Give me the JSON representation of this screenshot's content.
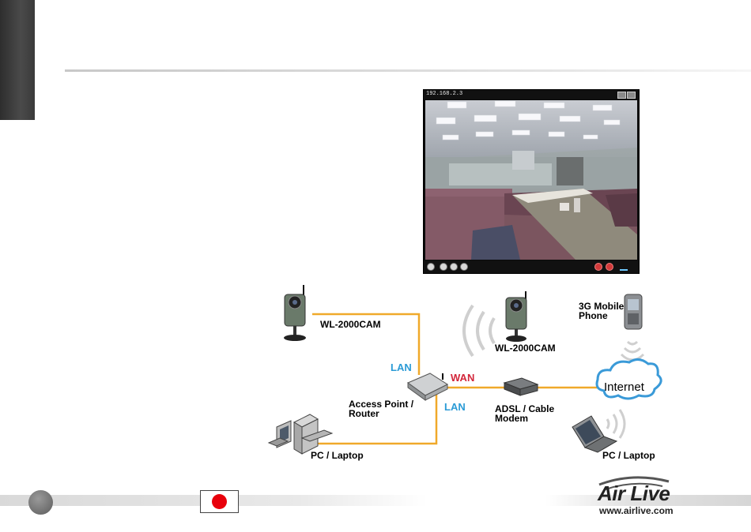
{
  "viewer": {
    "ip_address": "192.168.2.3"
  },
  "diagram": {
    "camera_left_label": "WL-2000CAM",
    "camera_right_label": "WL-2000CAM",
    "mobile_label": "3G Mobile\nPhone",
    "lan_top_label": "LAN",
    "wan_label": "WAN",
    "lan_bottom_label": "LAN",
    "router_label": "Access Point /\nRouter",
    "modem_label": "ADSL / Cable\nModem",
    "internet_label": "Internet",
    "pc_left_label": "PC / Laptop",
    "pc_right_label": "PC / Laptop",
    "colors": {
      "cable": "#f0a92a",
      "lan": "#2b9bd6",
      "wan": "#d3263a"
    }
  },
  "footer": {
    "brand": "Air Live",
    "url": "www.airlive.com",
    "flag": "japan-flag"
  }
}
